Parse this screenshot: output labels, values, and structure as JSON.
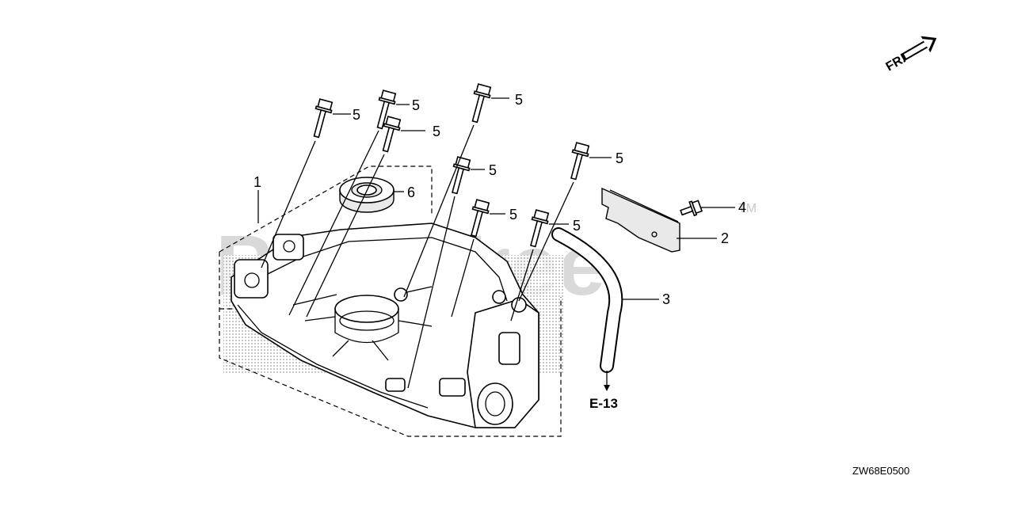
{
  "diagram": {
    "callouts": {
      "p1": "1",
      "p2": "2",
      "p3": "3",
      "p4": "4",
      "p5a": "5",
      "p5b": "5",
      "p5c": "5",
      "p5d": "5",
      "p5e": "5",
      "p5f": "5",
      "p5g": "5",
      "p5h": "5",
      "p6": "6"
    },
    "reference": "E-13",
    "direction_label": "FR.",
    "figure_code": "ZW68E0500"
  },
  "watermark": {
    "text": "PartsTree",
    "tm": "TM"
  }
}
